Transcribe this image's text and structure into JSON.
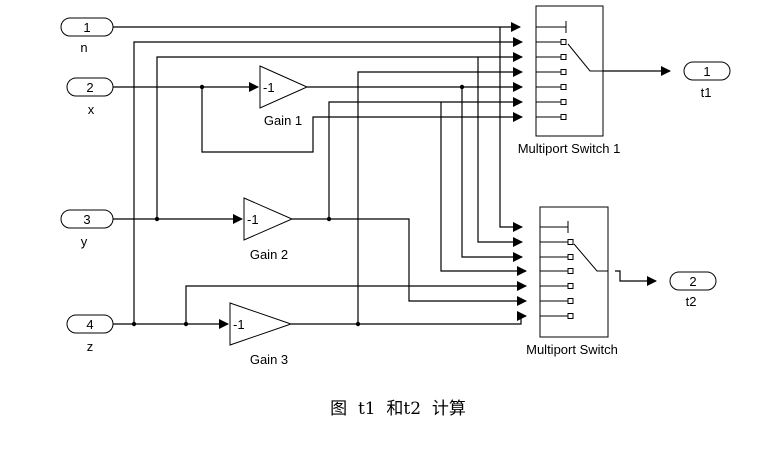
{
  "inports": [
    {
      "num": "1",
      "name": "n"
    },
    {
      "num": "2",
      "name": "x"
    },
    {
      "num": "3",
      "name": "y"
    },
    {
      "num": "4",
      "name": "z"
    }
  ],
  "outports": [
    {
      "num": "1",
      "name": "t1"
    },
    {
      "num": "2",
      "name": "t2"
    }
  ],
  "gains": [
    {
      "value": "-1",
      "name": "Gain 1"
    },
    {
      "value": "-1",
      "name": "Gain 2"
    },
    {
      "value": "-1",
      "name": "Gain 3"
    }
  ],
  "switches": [
    {
      "name": "Multiport Switch  1"
    },
    {
      "name": "Multiport Switch"
    }
  ],
  "caption": "图  t1  和t2  计算"
}
